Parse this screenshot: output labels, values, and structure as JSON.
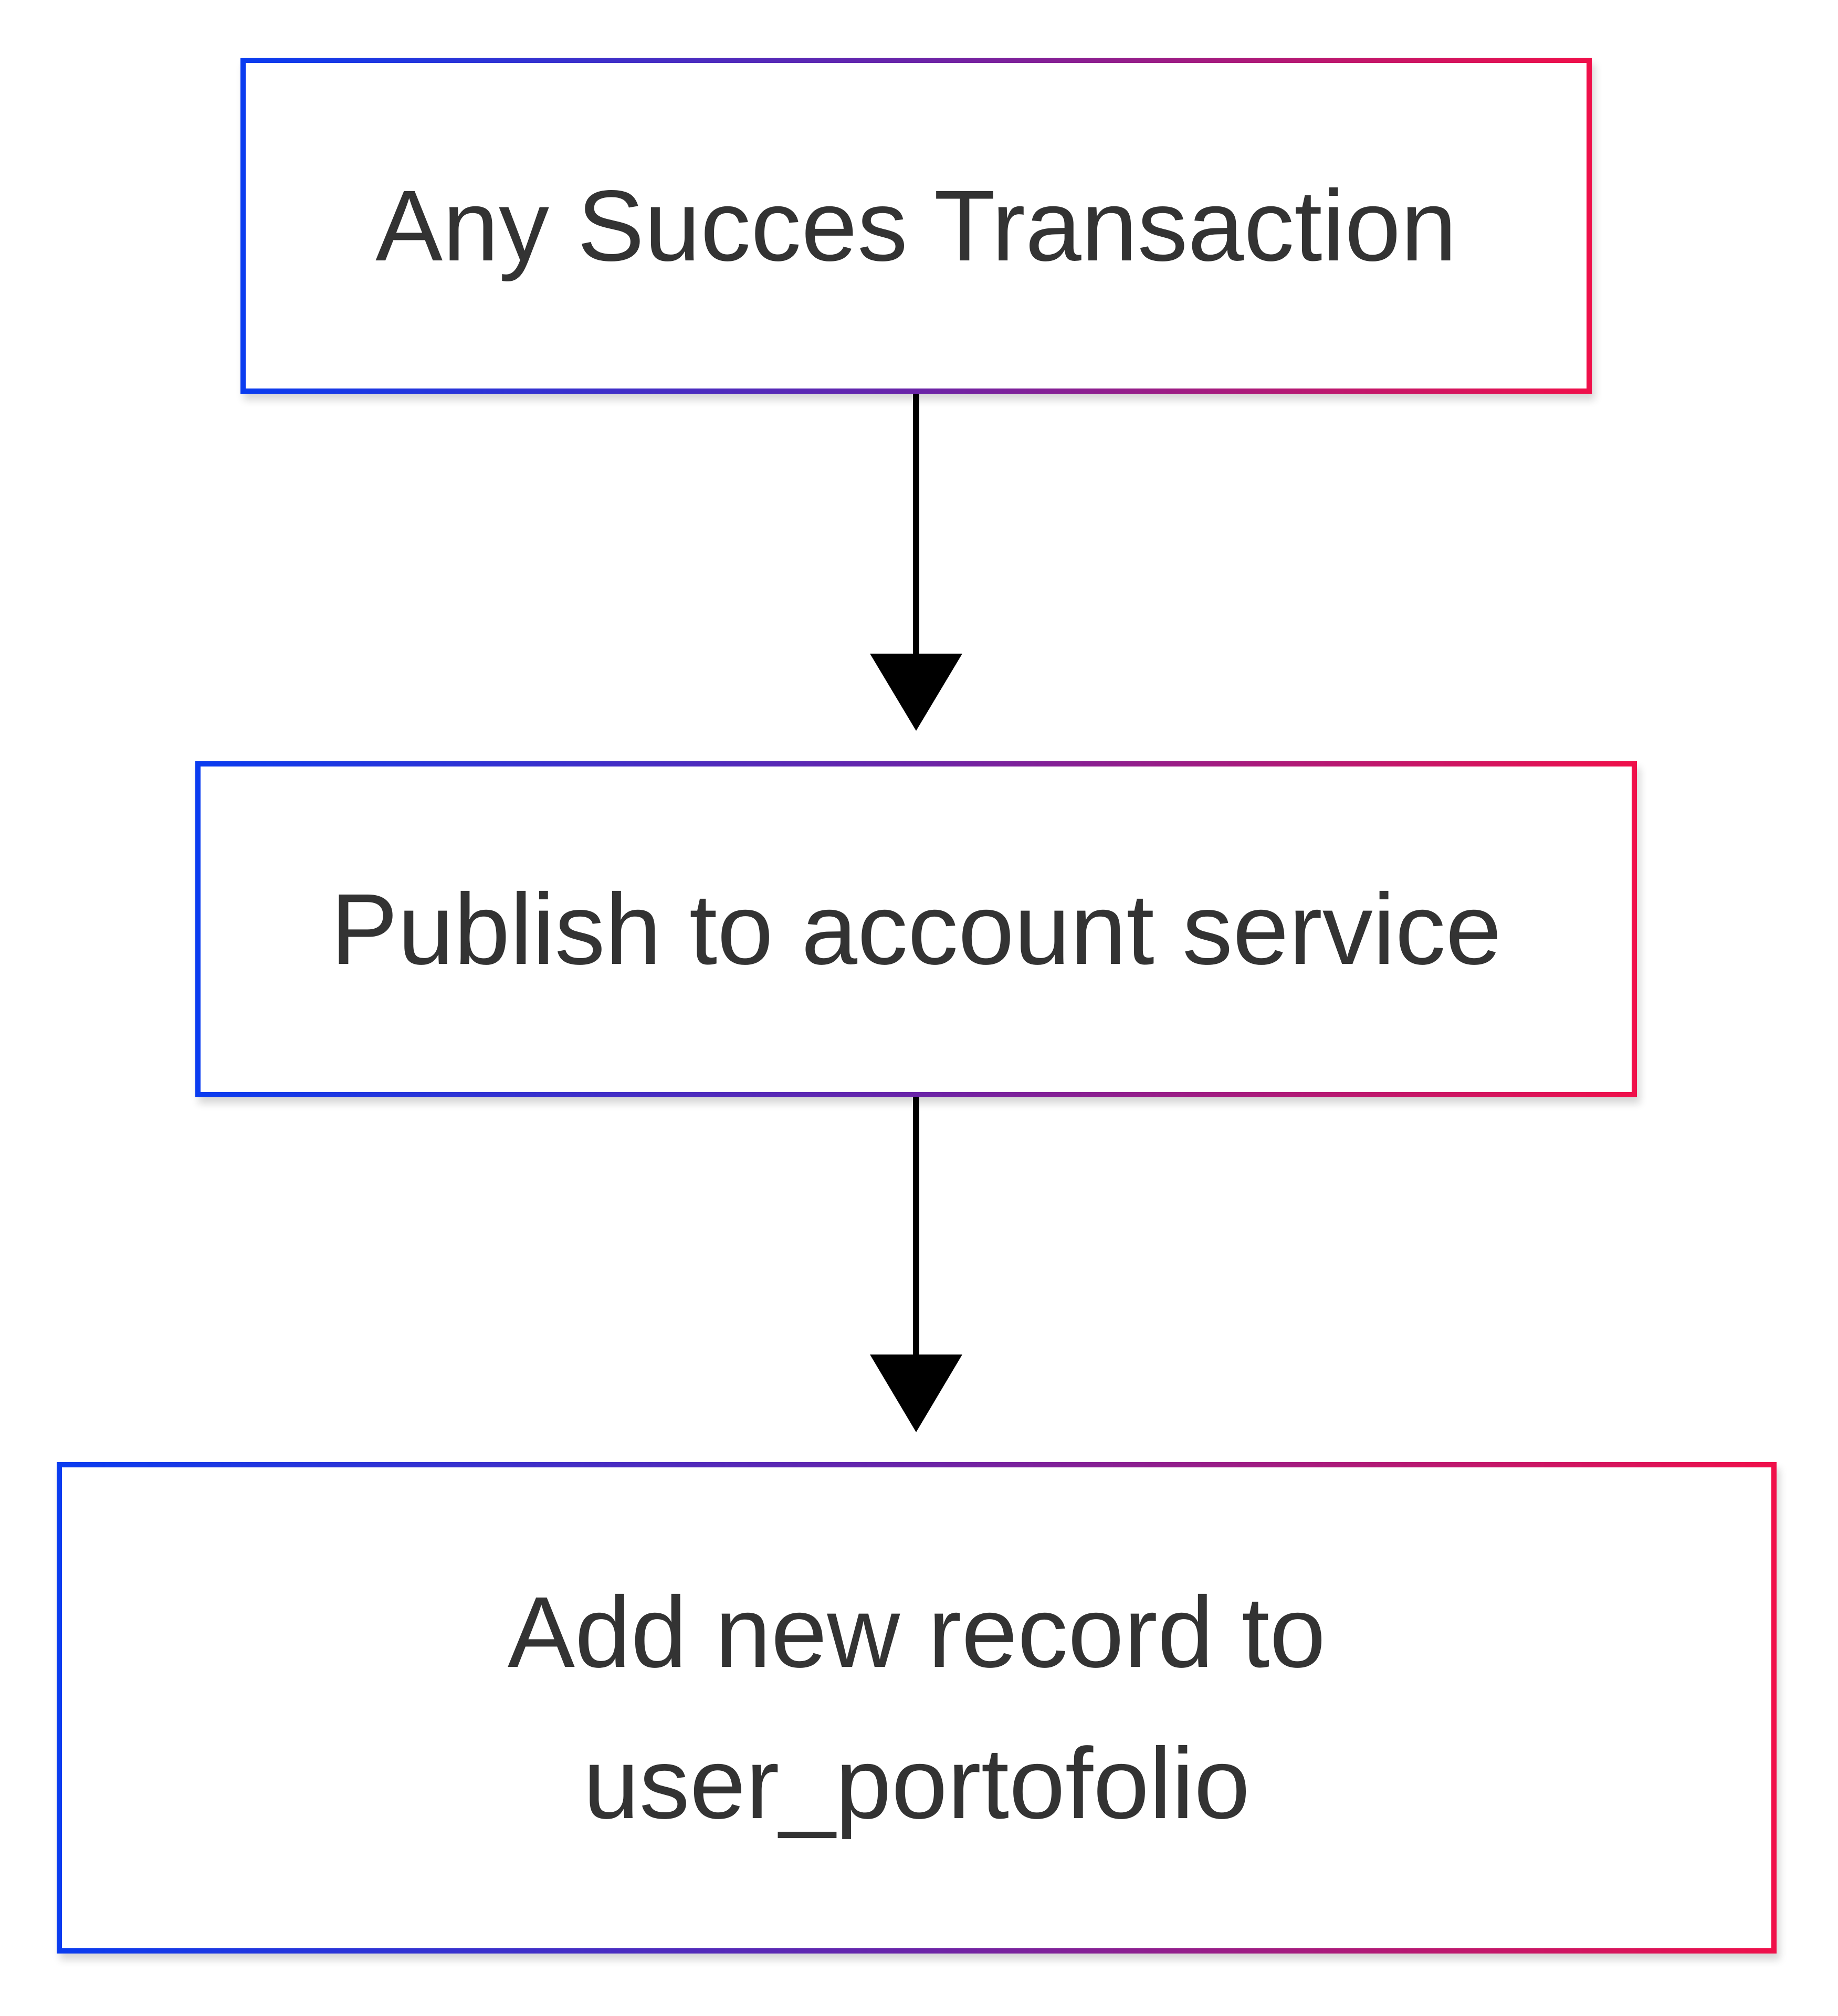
{
  "diagram": {
    "type": "flowchart",
    "nodes": [
      {
        "id": "n1",
        "label": "Any Succes Transaction"
      },
      {
        "id": "n2",
        "label": "Publish to account service"
      },
      {
        "id": "n3",
        "label": "Add new record to user_portofolio"
      }
    ],
    "edges": [
      {
        "from": "n1",
        "to": "n2"
      },
      {
        "from": "n2",
        "to": "n3"
      }
    ],
    "colors": {
      "border_gradient_start": "#0a3cf0",
      "border_gradient_end": "#f0104a",
      "text": "#333333",
      "arrow": "#000000",
      "background": "#ffffff"
    }
  }
}
